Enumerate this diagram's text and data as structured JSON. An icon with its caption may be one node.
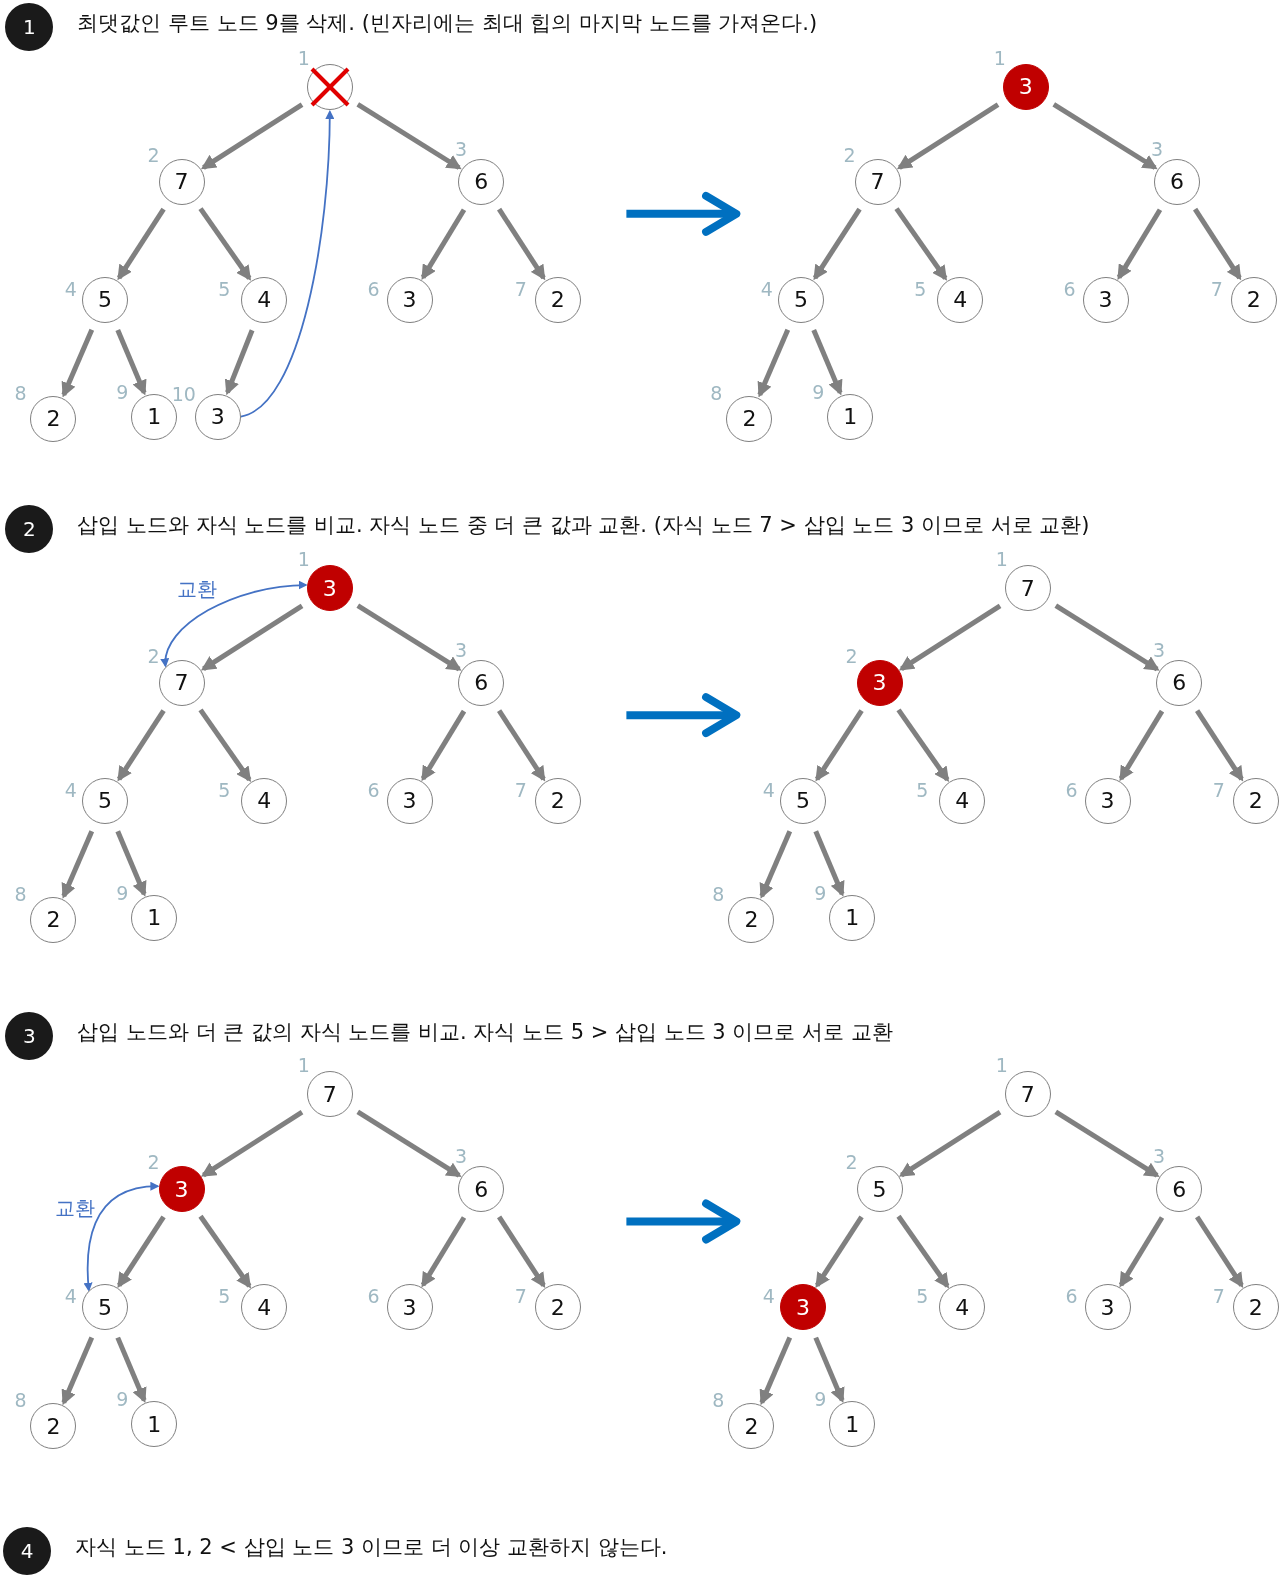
{
  "diagram": {
    "nodes": [
      {
        "text": [
          "1"
        ],
        "beside": [
          "최댓값인 루트 노드 9를 삭제. (빈자리에는 최대 힙의 마지막 노드를 가져온다.)"
        ]
      },
      {
        "text": [],
        "shape": "circle",
        "beside": [
          "1"
        ]
      },
      {
        "text": [
          "7"
        ],
        "beside": [
          "2"
        ]
      },
      {
        "text": [
          "6"
        ],
        "beside": [
          "3"
        ]
      },
      {
        "text": [
          "5"
        ],
        "beside": [
          "4"
        ]
      },
      {
        "text": [
          "4"
        ],
        "beside": [
          "5"
        ]
      },
      {
        "text": [
          "3"
        ],
        "beside": [
          "6"
        ]
      },
      {
        "text": [
          "2"
        ],
        "beside": [
          "7"
        ]
      },
      {
        "text": [
          "2"
        ],
        "beside": [
          "8"
        ]
      },
      {
        "text": [
          "1"
        ],
        "beside": [
          "9"
        ]
      },
      {
        "text": [
          "3"
        ],
        "beside": [
          "10"
        ]
      },
      {
        "text": [
          "3"
        ],
        "beside": [
          "1"
        ]
      },
      {
        "text": [
          "7"
        ],
        "beside": [
          "2"
        ]
      },
      {
        "text": [
          "6"
        ],
        "beside": [
          "3"
        ]
      },
      {
        "text": [
          "5"
        ],
        "beside": [
          "4"
        ]
      },
      {
        "text": [
          "4"
        ],
        "beside": [
          "5"
        ]
      },
      {
        "text": [
          "3"
        ],
        "beside": [
          "6"
        ]
      },
      {
        "text": [
          "2"
        ],
        "beside": [
          "7"
        ]
      },
      {
        "text": [
          "2"
        ],
        "beside": [
          "8"
        ]
      },
      {
        "text": [
          "1"
        ],
        "beside": [
          "9"
        ]
      },
      {
        "text": [
          "2"
        ],
        "beside": [
          "삽입 노드와 자식 노드를 비교. 자식 노드 중 더 큰 값과 교환. (자식 노드 7 > 삽입 노드 3 이므로 서로 교환)"
        ]
      },
      {
        "text": [
          "3"
        ],
        "beside": [
          "1"
        ]
      },
      {
        "text": [
          "7"
        ],
        "beside": [
          "2"
        ]
      },
      {
        "text": [
          "6"
        ],
        "beside": [
          "3"
        ]
      },
      {
        "text": [
          "5"
        ],
        "beside": [
          "4"
        ]
      },
      {
        "text": [
          "4"
        ],
        "beside": [
          "5"
        ]
      },
      {
        "text": [
          "3"
        ],
        "beside": [
          "6"
        ]
      },
      {
        "text": [
          "2"
        ],
        "beside": [
          "7"
        ]
      },
      {
        "text": [
          "2"
        ],
        "beside": [
          "8"
        ]
      },
      {
        "text": [
          "1"
        ],
        "beside": [
          "9"
        ]
      },
      {
        "text": [
          "7"
        ],
        "beside": [
          "1"
        ]
      },
      {
        "text": [
          "3"
        ],
        "beside": [
          "2"
        ]
      },
      {
        "text": [
          "6"
        ],
        "beside": [
          "3"
        ]
      },
      {
        "text": [
          "5"
        ],
        "beside": [
          "4"
        ]
      },
      {
        "text": [
          "4"
        ],
        "beside": [
          "5"
        ]
      },
      {
        "text": [
          "3"
        ],
        "beside": [
          "6"
        ]
      },
      {
        "text": [
          "2"
        ],
        "beside": [
          "7"
        ]
      },
      {
        "text": [
          "2"
        ],
        "beside": [
          "8"
        ]
      },
      {
        "text": [
          "1"
        ],
        "beside": [
          "9"
        ]
      },
      {
        "text": [
          "3"
        ],
        "beside": [
          "삽입 노드와 더 큰 값의 자식 노드를 비교. 자식 노드 5 > 삽입 노드 3 이므로 서로 교환"
        ]
      },
      {
        "text": [
          "7"
        ],
        "beside": [
          "1"
        ]
      },
      {
        "text": [
          "3"
        ],
        "beside": [
          "2"
        ]
      },
      {
        "text": [
          "6"
        ],
        "beside": [
          "3"
        ]
      },
      {
        "text": [
          "5"
        ],
        "beside": [
          "4"
        ]
      },
      {
        "text": [
          "4"
        ],
        "beside": [
          "5"
        ]
      },
      {
        "text": [
          "3"
        ],
        "beside": [
          "6"
        ]
      },
      {
        "text": [
          "2"
        ],
        "beside": [
          "7"
        ]
      },
      {
        "text": [
          "2"
        ],
        "beside": [
          "8"
        ]
      },
      {
        "text": [
          "1"
        ],
        "beside": [
          "9"
        ]
      },
      {
        "text": [
          "7"
        ],
        "beside": [
          "1"
        ]
      },
      {
        "text": [
          "5"
        ],
        "beside": [
          "2"
        ]
      },
      {
        "text": [
          "6"
        ],
        "beside": [
          "3"
        ]
      },
      {
        "text": [
          "3"
        ],
        "beside": [
          "4"
        ]
      },
      {
        "text": [
          "4"
        ],
        "beside": [
          "5"
        ]
      },
      {
        "text": [
          "3"
        ],
        "beside": [
          "6"
        ]
      },
      {
        "text": [
          "2"
        ],
        "beside": [
          "7"
        ]
      },
      {
        "text": [
          "2"
        ],
        "beside": [
          "8"
        ]
      },
      {
        "text": [
          "1"
        ],
        "beside": [
          "9"
        ]
      },
      {
        "text": [
          "4"
        ],
        "beside": [
          "자식 노드 1, 2 < 삽입 노드 3 이므로 더 이상 교환하지 않는다."
        ]
      }
    ],
    "edges": [
      {
        "from": 1,
        "to": 2,
        "arrow": "to"
      },
      {
        "from": 1,
        "to": 3,
        "arrow": "to"
      },
      {
        "from": 2,
        "to": 4,
        "arrow": "to"
      },
      {
        "from": 2,
        "to": 5,
        "arrow": "to"
      },
      {
        "from": 3,
        "to": 6,
        "arrow": "to"
      },
      {
        "from": 3,
        "to": 7,
        "arrow": "to"
      },
      {
        "from": 4,
        "to": 8,
        "arrow": "to"
      },
      {
        "from": 4,
        "to": 9,
        "arrow": "to"
      },
      {
        "from": 5,
        "to": 10,
        "arrow": "to"
      },
      {
        "from": 11,
        "to": 12,
        "arrow": "to"
      },
      {
        "from": 11,
        "to": 13,
        "arrow": "to"
      },
      {
        "from": 12,
        "to": 14,
        "arrow": "to"
      },
      {
        "from": 12,
        "to": 15,
        "arrow": "to"
      },
      {
        "from": 13,
        "to": 16,
        "arrow": "to"
      },
      {
        "from": 13,
        "to": 17,
        "arrow": "to"
      },
      {
        "from": 14,
        "to": 18,
        "arrow": "to"
      },
      {
        "from": 14,
        "to": 19,
        "arrow": "to"
      },
      {
        "from": 21,
        "to": 22,
        "arrow": "to"
      },
      {
        "from": 21,
        "to": 23,
        "arrow": "to"
      },
      {
        "from": 22,
        "to": 24,
        "arrow": "to"
      },
      {
        "from": 22,
        "to": 25,
        "arrow": "to"
      },
      {
        "from": 23,
        "to": 26,
        "arrow": "to"
      },
      {
        "from": 23,
        "to": 27,
        "arrow": "to"
      },
      {
        "from": 24,
        "to": 28,
        "arrow": "to"
      },
      {
        "from": 24,
        "to": 29,
        "arrow": "to"
      },
      {
        "from": 30,
        "to": 31,
        "arrow": "to"
      },
      {
        "from": 30,
        "to": 32,
        "arrow": "to"
      },
      {
        "from": 31,
        "to": 33,
        "arrow": "to"
      },
      {
        "from": 31,
        "to": 34,
        "arrow": "to"
      },
      {
        "from": 32,
        "to": 35,
        "arrow": "to"
      },
      {
        "from": 32,
        "to": 36,
        "arrow": "to"
      },
      {
        "from": 33,
        "to": 37,
        "arrow": "to"
      },
      {
        "from": 33,
        "to": 38,
        "arrow": "to"
      },
      {
        "from": 40,
        "to": 41,
        "arrow": "to"
      },
      {
        "from": 40,
        "to": 42,
        "arrow": "to"
      },
      {
        "from": 41,
        "to": 43,
        "arrow": "to"
      },
      {
        "from": 41,
        "to": 44,
        "arrow": "to"
      },
      {
        "from": 42,
        "to": 45,
        "arrow": "to"
      },
      {
        "from": 42,
        "to": 46,
        "arrow": "to"
      },
      {
        "from": 43,
        "to": 47,
        "arrow": "to"
      },
      {
        "from": 43,
        "to": 48,
        "arrow": "to"
      },
      {
        "from": 49,
        "to": 50,
        "arrow": "to"
      },
      {
        "from": 49,
        "to": 51,
        "arrow": "to"
      },
      {
        "from": 50,
        "to": 52,
        "arrow": "to"
      },
      {
        "from": 50,
        "to": 53,
        "arrow": "to"
      },
      {
        "from": 51,
        "to": 54,
        "arrow": "to"
      },
      {
        "from": 51,
        "to": 55,
        "arrow": "to"
      },
      {
        "from": 52,
        "to": 56,
        "arrow": "to"
      },
      {
        "from": 52,
        "to": 57,
        "arrow": "to"
      },
      {
        "from": 10,
        "to": 1,
        "arrow": "to",
        "color": "#4472c4"
      },
      {
        "from": 21,
        "to": 22,
        "arrow": "both",
        "label": "교환",
        "color": "#4472c4"
      },
      {
        "from": 41,
        "to": 43,
        "arrow": "both",
        "label": "교환",
        "color": "#4472c4"
      }
    ]
  }
}
